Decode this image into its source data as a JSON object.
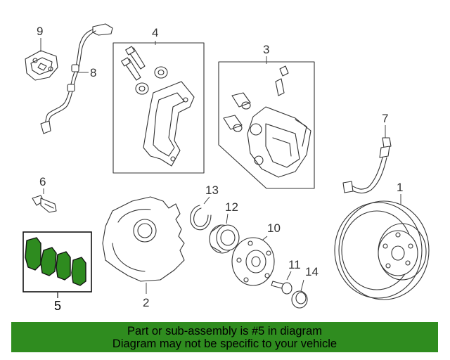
{
  "diagram": {
    "callouts": {
      "c1": "1",
      "c2": "2",
      "c3": "3",
      "c4": "4",
      "c5": "5",
      "c6": "6",
      "c7": "7",
      "c8": "8",
      "c9": "9",
      "c10": "10",
      "c11": "11",
      "c13": "13",
      "c14": "14",
      "c12": "12"
    },
    "highlight_color": "#2f8c1f"
  },
  "banner": {
    "line1": "Part or sub-assembly is #5 in diagram",
    "line2": "Diagram may not be specific to your vehicle"
  }
}
